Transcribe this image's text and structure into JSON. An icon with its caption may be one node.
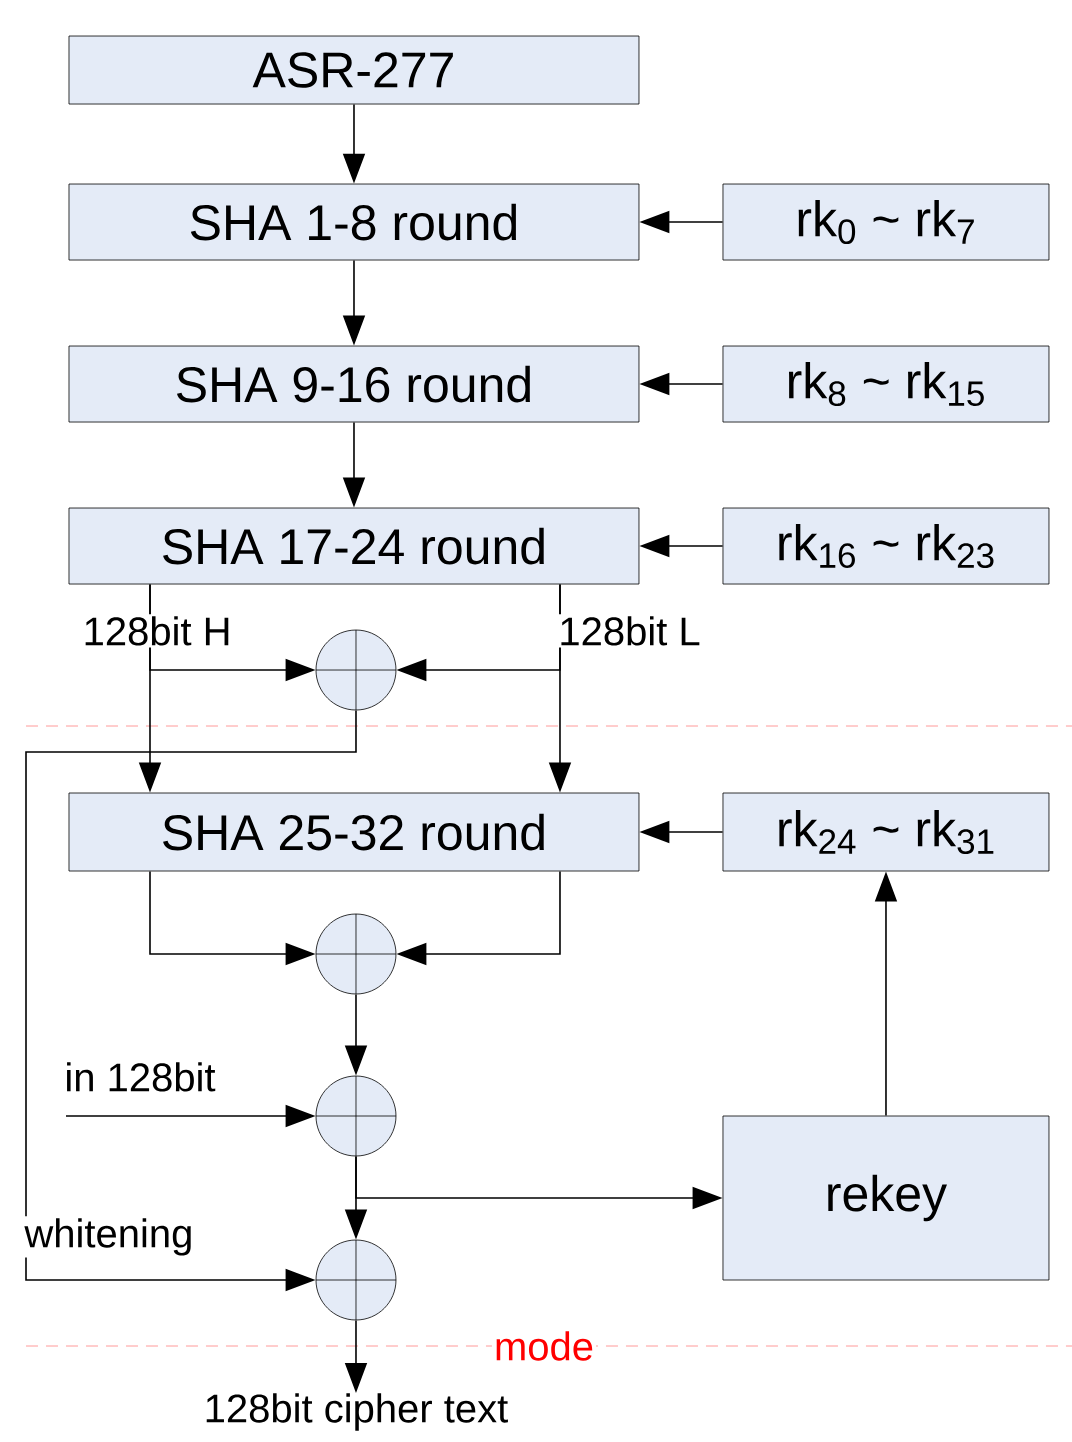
{
  "diagram": {
    "nodes": [
      {
        "text": [
          "ASR-277"
        ]
      },
      {
        "text": [
          "SHA 1-8 round"
        ]
      },
      {
        "text": [
          "rk$_{0}$ ~ rk$_{7}$"
        ]
      },
      {
        "text": [
          "SHA 9-16 round"
        ]
      },
      {
        "text": [
          "rk$_{8}$ ~ rk$_{15}$"
        ]
      },
      {
        "text": [
          "SHA 17-24 round"
        ]
      },
      {
        "text": [
          "rk$_{16}$ ~ rk$_{23}$"
        ]
      },
      {
        "text": [],
        "shape": "circle"
      },
      {
        "text": [
          "SHA 25-32 round"
        ]
      },
      {
        "text": [
          "rk$_{24}$ ~ rk$_{31}$"
        ]
      },
      {
        "text": [],
        "shape": "circle"
      },
      {
        "text": [],
        "shape": "circle"
      },
      {
        "text": [
          "rekey"
        ]
      },
      {
        "text": [],
        "shape": "circle"
      },
      {
        "text": [
          "128bit cipher text"
        ]
      }
    ],
    "edges": [
      {
        "from": 0,
        "to": 1,
        "arrow": "to"
      },
      {
        "from": 1,
        "to": 3,
        "arrow": "to"
      },
      {
        "from": 3,
        "to": 5,
        "arrow": "to"
      },
      {
        "from": 2,
        "to": 1,
        "arrow": "to"
      },
      {
        "from": 4,
        "to": 3,
        "arrow": "to"
      },
      {
        "from": 6,
        "to": 5,
        "arrow": "to"
      },
      {
        "from": 5,
        "to": 7,
        "arrow": "to",
        "label": "128bit H"
      },
      {
        "from": 5,
        "to": 7,
        "arrow": "to",
        "label": "128bit L"
      },
      {
        "from": 5,
        "to": 8,
        "arrow": "to"
      },
      {
        "from": 5,
        "to": 8,
        "arrow": "to"
      },
      {
        "from": 9,
        "to": 8,
        "arrow": "to"
      },
      {
        "from": 12,
        "to": 9,
        "arrow": "to"
      },
      {
        "from": 8,
        "to": 10,
        "arrow": "to"
      },
      {
        "from": 8,
        "to": 10,
        "arrow": "to"
      },
      {
        "from": 10,
        "to": 11,
        "arrow": "to"
      },
      {
        "from": null,
        "to": 11,
        "arrow": "to",
        "label": "in 128bit"
      },
      {
        "from": 11,
        "to": 13,
        "arrow": "to"
      },
      {
        "from": 11,
        "to": 12,
        "arrow": "to"
      },
      {
        "from": 7,
        "to": 13,
        "arrow": "to",
        "label": "whitening"
      },
      {
        "from": 13,
        "to": 14,
        "arrow": "to"
      }
    ],
    "labels": [
      "mode"
    ]
  }
}
